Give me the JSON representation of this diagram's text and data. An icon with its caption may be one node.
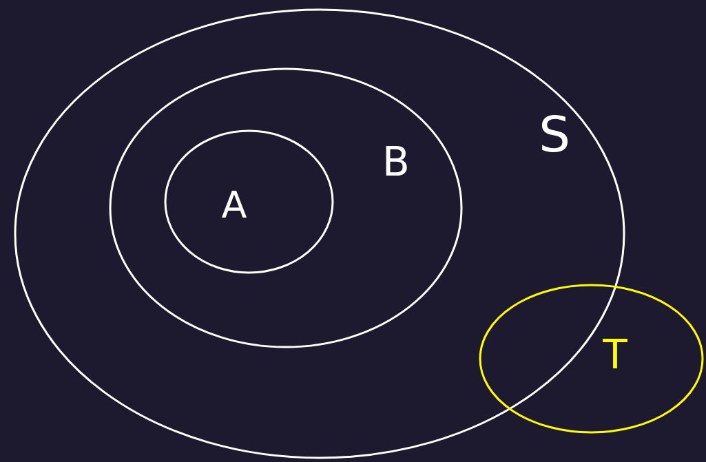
{
  "diagram": {
    "nodes": [
      {
        "text": [
          "S"
        ]
      },
      {
        "text": [
          "B"
        ],
        "in": 0
      },
      {
        "text": [
          "A"
        ],
        "in": 1
      },
      {
        "text": [
          "T"
        ]
      }
    ]
  }
}
